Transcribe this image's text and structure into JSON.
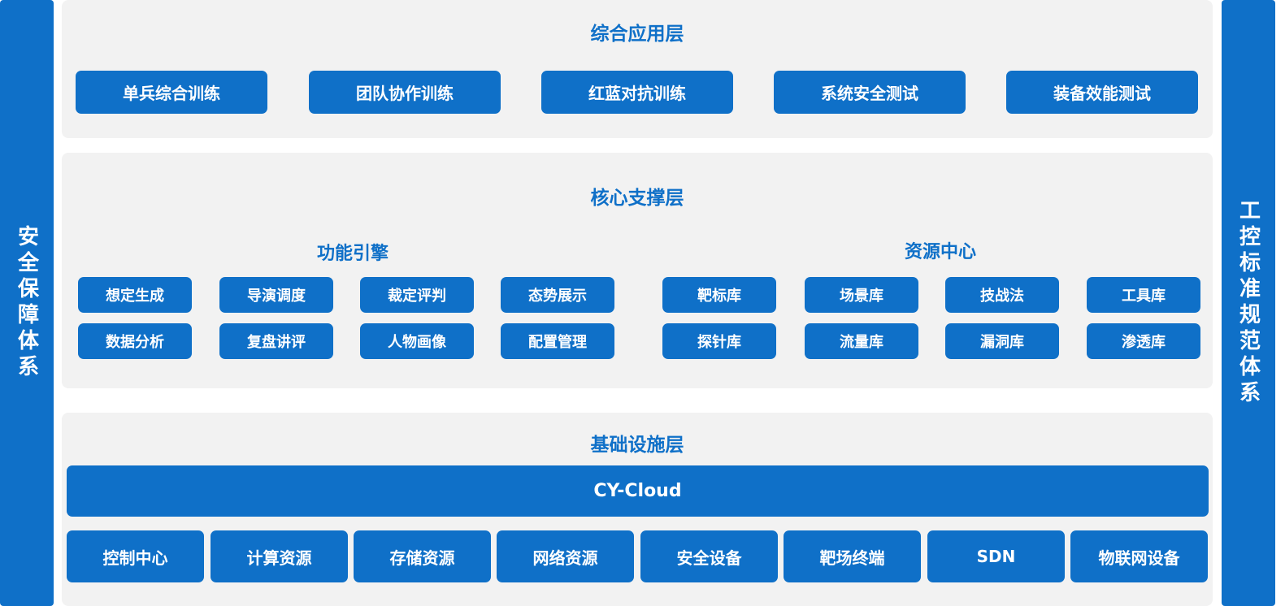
{
  "sides": {
    "left": "安全保障体系",
    "right": "工控标准规范体系"
  },
  "application_layer": {
    "title": "综合应用层",
    "items": [
      "单兵综合训练",
      "团队协作训练",
      "红蓝对抗训练",
      "系统安全测试",
      "装备效能测试"
    ]
  },
  "core_layer": {
    "title": "核心支撑层",
    "engine": {
      "title": "功能引擎",
      "items": [
        "想定生成",
        "导演调度",
        "裁定评判",
        "态势展示",
        "数据分析",
        "复盘讲评",
        "人物画像",
        "配置管理"
      ]
    },
    "resources": {
      "title": "资源中心",
      "items": [
        "靶标库",
        "场景库",
        "技战法",
        "工具库",
        "探针库",
        "流量库",
        "漏洞库",
        "渗透库"
      ]
    }
  },
  "infra_layer": {
    "title": "基础设施层",
    "cloud": "CY-Cloud",
    "items": [
      "控制中心",
      "计算资源",
      "存储资源",
      "网络资源",
      "安全设备",
      "靶场终端",
      "SDN",
      "物联网设备"
    ]
  },
  "colors": {
    "accent": "#0f70c8",
    "panel": "#f2f2f2"
  }
}
